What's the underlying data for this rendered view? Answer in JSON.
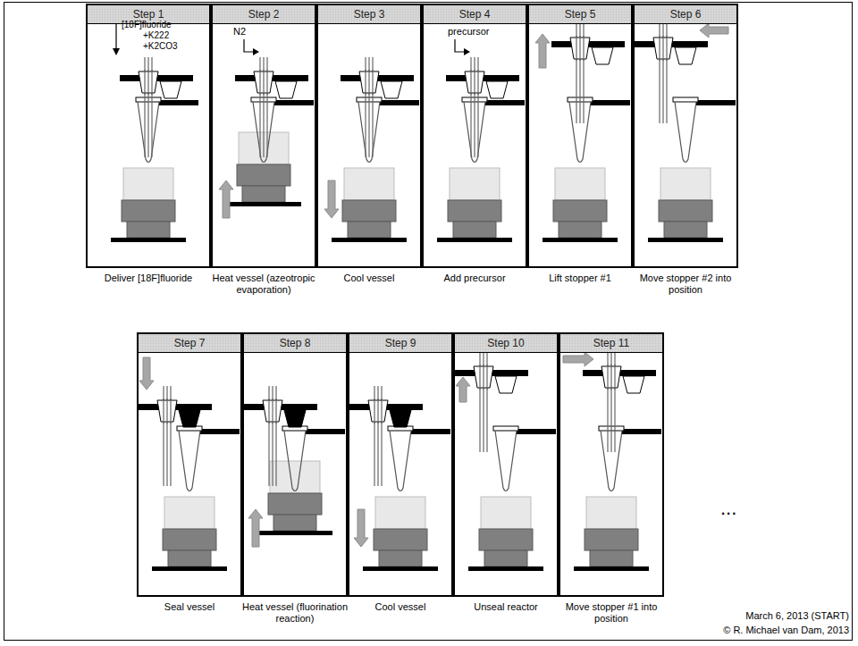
{
  "diagram": {
    "nodes": [
      {
        "text": [
          "Step 1",
          "Deliver [18F]fluoride"
        ]
      },
      {
        "text": [
          "Step 2",
          "Heat vessel (azeotropic evaporation)"
        ]
      },
      {
        "text": [
          "Step 3",
          "Cool vessel"
        ]
      },
      {
        "text": [
          "Step 4",
          "Add precursor"
        ]
      },
      {
        "text": [
          "Step 5",
          "Lift stopper #1"
        ]
      },
      {
        "text": [
          "Step 6",
          "Move stopper #2 into position"
        ]
      },
      {
        "text": [
          "Step 7",
          "Seal vessel"
        ]
      },
      {
        "text": [
          "Step 8",
          "Heat vessel (fluorination reaction)"
        ]
      },
      {
        "text": [
          "Step 9",
          "Cool vessel"
        ]
      },
      {
        "text": [
          "Step 10",
          "Unseal reactor"
        ]
      },
      {
        "text": [
          "Step 11",
          "Move stopper #1 into position"
        ]
      }
    ],
    "labels": [
      "[18F]fluoride",
      "+K222",
      "+K2CO3",
      "N2",
      "precursor",
      "...",
      "March 6, 2013 (START)",
      "© R. Michael van Dam, 2013"
    ]
  }
}
